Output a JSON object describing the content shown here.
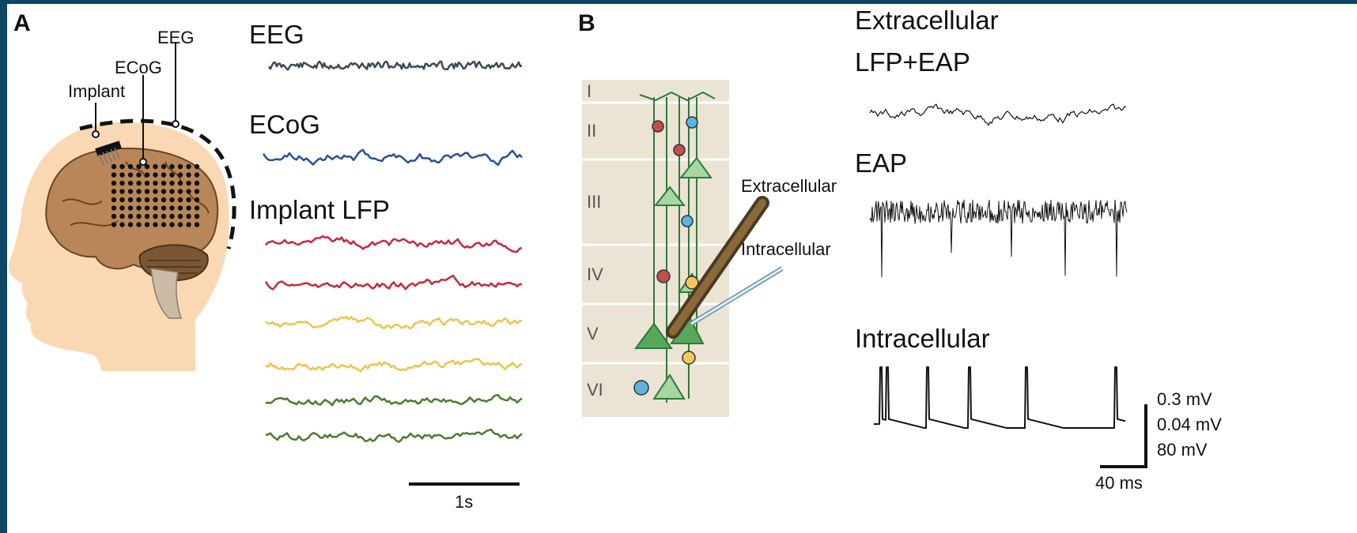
{
  "panel_a": {
    "label": "A",
    "head_labels": {
      "eeg": "EEG",
      "ecog": "ECoG",
      "implant": "Implant"
    },
    "trace_titles": {
      "eeg": "EEG",
      "ecog": "ECoG",
      "implant_lfp": "Implant LFP"
    },
    "time_scale": "1s",
    "colors": {
      "eeg": "#3d4a52",
      "ecog": "#2a4f9a",
      "lfp_red": "#c8283c",
      "lfp_yellow": "#f0c24a",
      "lfp_green": "#4e7a2e",
      "skin": "#fbd8b4",
      "brain": "#b88658"
    }
  },
  "panel_b": {
    "label": "B",
    "layers": [
      "I",
      "II",
      "III",
      "IV",
      "V",
      "VI"
    ],
    "electrode_labels": {
      "extracellular": "Extracellular",
      "intracellular": "Intracellular"
    },
    "trace_titles": {
      "extracellular": "Extracellular",
      "lfp_eap": "LFP+EAP",
      "eap": "EAP",
      "intracellular": "Intracellular"
    },
    "voltage_scales": [
      "0.3 mV",
      "0.04 mV",
      "80  mV"
    ],
    "time_scale": "40 ms",
    "colors": {
      "neuron_green": "#7fbf7f",
      "neuron_red": "#c0504d",
      "neuron_blue": "#5ab4e0",
      "neuron_yellow": "#f2c75c",
      "layers_bg": "#ebe3d3"
    }
  }
}
